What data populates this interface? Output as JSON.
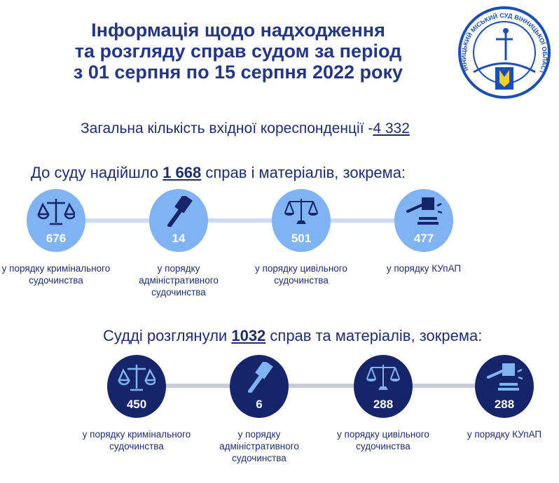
{
  "header": {
    "title_lines": [
      "Інформація щодо надходження",
      "та розгляду справ судом за період",
      "з 01 серпня по 15 серпня 2022 року"
    ],
    "logo_text": "ВІННИЦЬКИЙ МІСЬКИЙ СУД ВІННИЦЬКОЇ ОБЛАСТІ"
  },
  "correspondence": {
    "label": "Загальна кількість вхідної кореспонденції -",
    "value": "4 332"
  },
  "received": {
    "prefix": "До суду надійшло ",
    "value": "1 668",
    "suffix": " справ і матеріалів, зокрема:",
    "items": [
      {
        "value": "676",
        "label": "у порядку кримінального судочинства",
        "icon": "scales-icon"
      },
      {
        "value": "14",
        "label": "у порядку адміністративного судочинства",
        "icon": "gavel-icon"
      },
      {
        "value": "501",
        "label": "у порядку цивільного судочинства",
        "icon": "balance-icon"
      },
      {
        "value": "477",
        "label": "у порядку КУпАП",
        "icon": "gavel-strike-icon"
      }
    ]
  },
  "considered": {
    "prefix": "Судді розглянули ",
    "value": "1032",
    "suffix": " справ та матеріалів, зокрема:",
    "items": [
      {
        "value": "450",
        "label": "у порядку кримінального судочинства",
        "icon": "scales-icon"
      },
      {
        "value": "6",
        "label": "у порядку адміністративного судочинства",
        "icon": "gavel-icon"
      },
      {
        "value": "288",
        "label": "у порядку цивільного судочинства",
        "icon": "balance-icon"
      },
      {
        "value": "288",
        "label": "у порядку КУпАП",
        "icon": "gavel-strike-icon"
      }
    ]
  },
  "colors": {
    "navy": "#16246a",
    "light": "#80b3f2",
    "connector_light": "#c8dcf7",
    "connector_dark": "#c9ccd8"
  }
}
